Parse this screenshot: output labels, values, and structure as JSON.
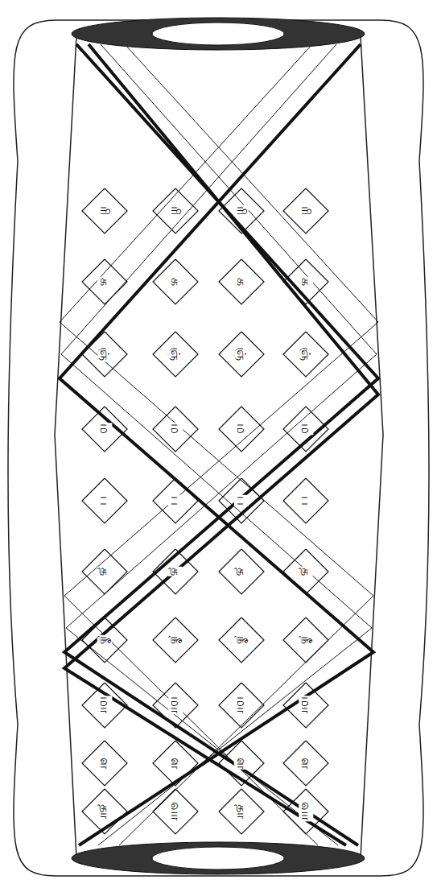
{
  "diagram": {
    "nodes": [
      {
        "text": [
          "ரி"
        ]
      },
      {
        "text": [
          "ரி"
        ]
      },
      {
        "text": [
          "ரி"
        ]
      },
      {
        "text": [
          "ரி"
        ]
      },
      {
        "text": [
          "க"
        ]
      },
      {
        "text": [
          "க"
        ]
      },
      {
        "text": [
          "க"
        ]
      },
      {
        "text": [
          "க"
        ]
      },
      {
        "text": [
          "ஞ்"
        ]
      },
      {
        "text": [
          "ஞ்"
        ]
      },
      {
        "text": [
          "ஞ்"
        ]
      },
      {
        "text": [
          "ஞ்"
        ]
      },
      {
        "text": [
          "ம"
        ]
      },
      {
        "text": [
          "ம"
        ]
      },
      {
        "text": [
          "ம"
        ]
      },
      {
        "text": [
          "ம"
        ]
      },
      {
        "text": [
          "ப"
        ]
      },
      {
        "text": [
          "ப"
        ]
      },
      {
        "text": [
          "ப"
        ]
      },
      {
        "text": [
          "ப"
        ]
      },
      {
        "text": [
          "த"
        ]
      },
      {
        "text": [
          "த"
        ]
      },
      {
        "text": [
          "த"
        ]
      },
      {
        "text": [
          "த"
        ]
      },
      {
        "text": [
          "நீ"
        ]
      },
      {
        "text": [
          "நீ"
        ]
      },
      {
        "text": [
          "நீ"
        ]
      },
      {
        "text": [
          "நீ"
        ]
      },
      {
        "text": [
          "மா"
        ]
      },
      {
        "text": [
          "மா"
        ]
      },
      {
        "text": [
          "மா"
        ]
      },
      {
        "text": [
          "மா"
        ]
      },
      {
        "text": [
          "ள"
        ]
      },
      {
        "text": [
          "ள"
        ]
      },
      {
        "text": [
          "ள"
        ]
      },
      {
        "text": [
          "ள"
        ]
      },
      {
        "text": [
          "தா"
        ]
      },
      {
        "text": [
          "வா"
        ]
      },
      {
        "text": [
          "தா"
        ]
      },
      {
        "text": [
          "வா"
        ]
      }
    ]
  }
}
